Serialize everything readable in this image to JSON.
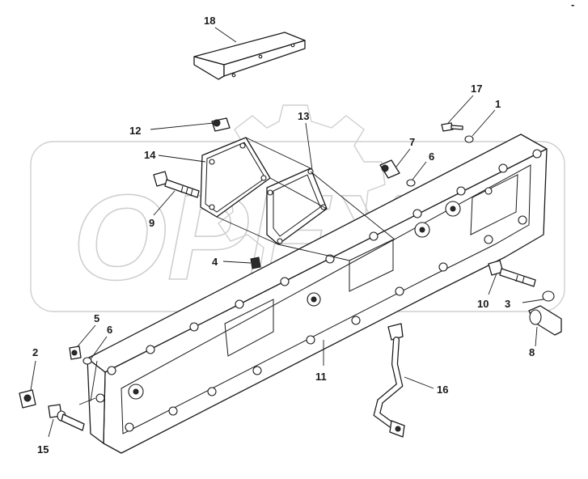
{
  "watermark": {
    "text": "OPEX"
  },
  "corner_mark": "-",
  "callouts": [
    {
      "id": "18",
      "text": "18"
    },
    {
      "id": "17",
      "text": "17"
    },
    {
      "id": "1",
      "text": "1"
    },
    {
      "id": "13",
      "text": "13"
    },
    {
      "id": "12",
      "text": "12"
    },
    {
      "id": "7",
      "text": "7"
    },
    {
      "id": "6a",
      "text": "6"
    },
    {
      "id": "14",
      "text": "14"
    },
    {
      "id": "9",
      "text": "9"
    },
    {
      "id": "4",
      "text": "4"
    },
    {
      "id": "10",
      "text": "10"
    },
    {
      "id": "3",
      "text": "3"
    },
    {
      "id": "8",
      "text": "8"
    },
    {
      "id": "5",
      "text": "5"
    },
    {
      "id": "6b",
      "text": "6"
    },
    {
      "id": "2",
      "text": "2"
    },
    {
      "id": "11",
      "text": "11"
    },
    {
      "id": "16",
      "text": "16"
    },
    {
      "id": "15",
      "text": "15"
    }
  ]
}
